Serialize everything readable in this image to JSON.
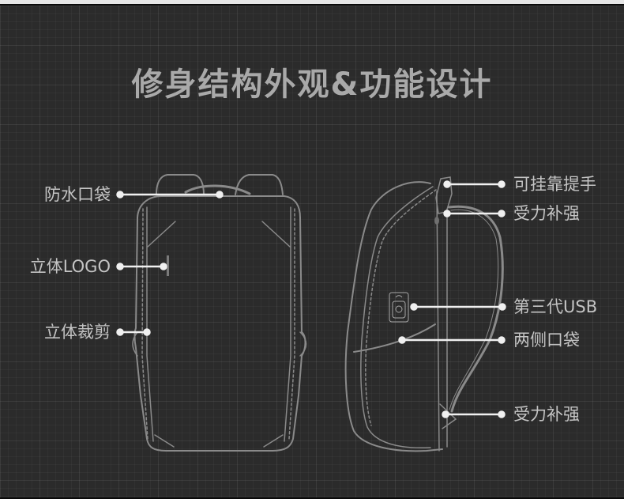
{
  "title": "修身结构外观&功能设计",
  "colors": {
    "background": "#2b2b2b",
    "title": "#a9a9a9",
    "label": "#c4c4c4",
    "outline": "#8a8a8a",
    "leader": "#f0f0f0"
  },
  "front_view": {
    "callouts": [
      {
        "label": "防水口袋"
      },
      {
        "label": "立体LOGO"
      },
      {
        "label": "立体裁剪"
      }
    ]
  },
  "side_view": {
    "callouts": [
      {
        "label": "可挂靠提手"
      },
      {
        "label": "受力补强"
      },
      {
        "label": "第三代USB"
      },
      {
        "label": "两侧口袋"
      },
      {
        "label": "受力补强"
      }
    ],
    "usb_icon": "usb-port-icon"
  }
}
